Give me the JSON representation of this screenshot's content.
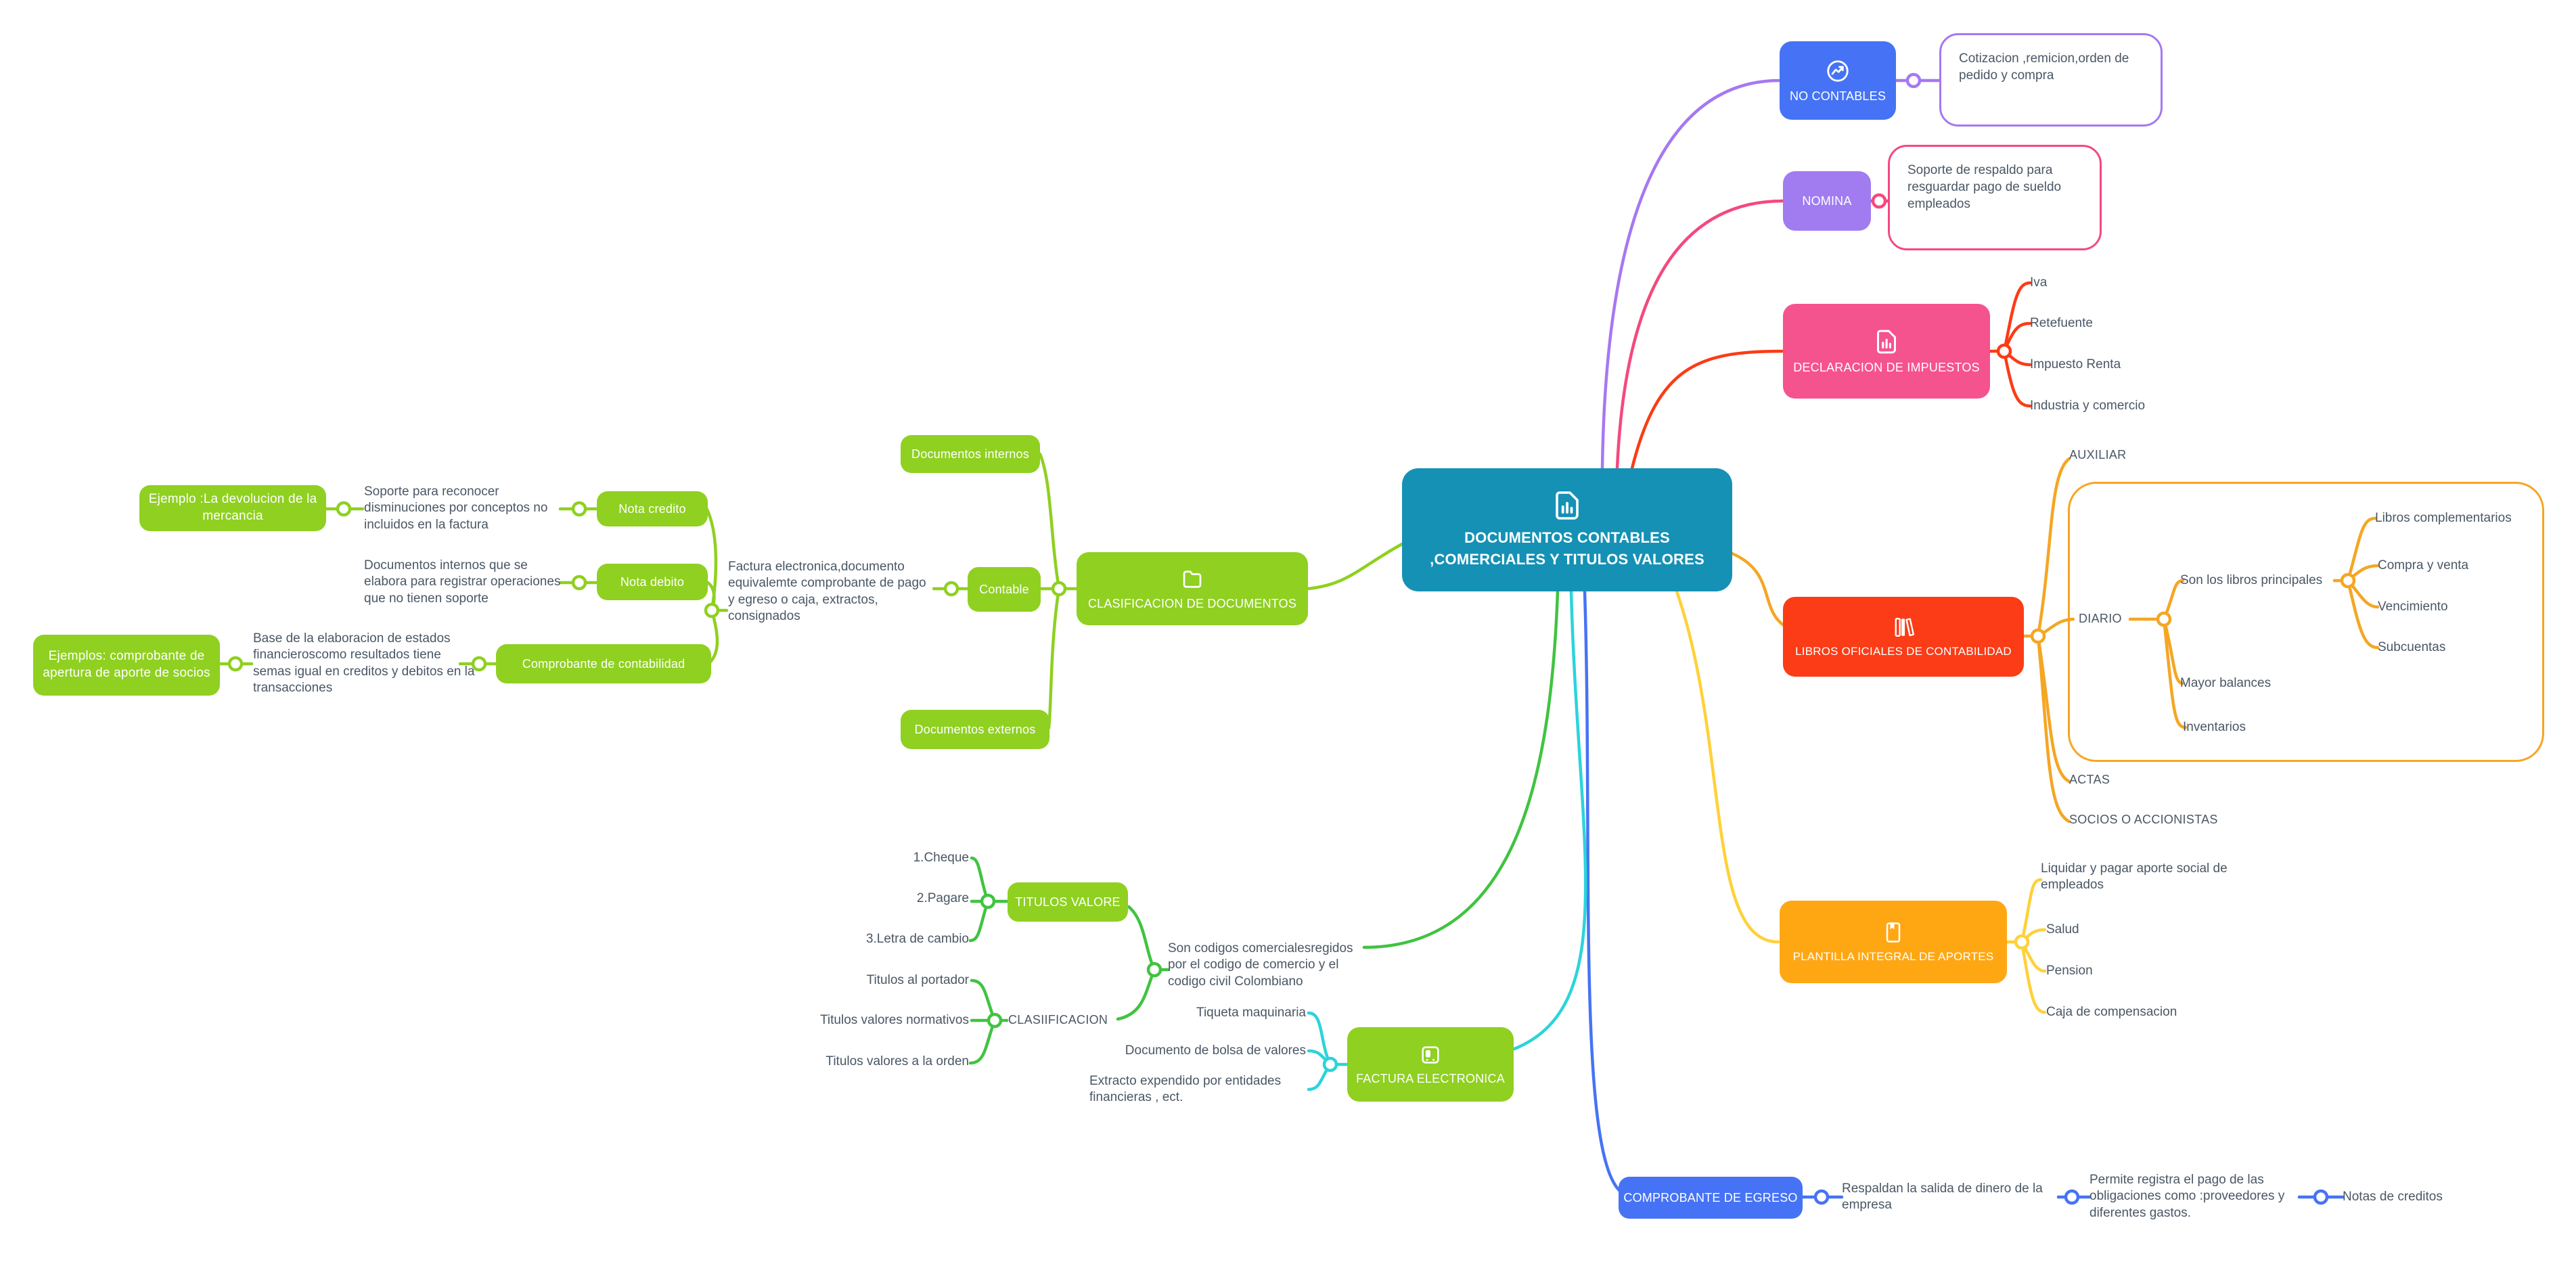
{
  "palette": {
    "central_teal": "#1591b5",
    "green_node": "#8fd021",
    "green_line": "#41c341",
    "cyan_line": "#2bd4da",
    "blue_node": "#4673f5",
    "purple_node": "#a07cf0",
    "purple_line": "#a678f0",
    "pink_node": "#f5538d",
    "pink_line": "#f4497e",
    "red_node": "#fb3c16",
    "amber_line": "#f5a623",
    "yellow_line": "#ffd139",
    "orange_node": "#ffa713",
    "text_gray": "#4a5765"
  },
  "central": {
    "title": "DOCUMENTOS CONTABLES ,COMERCIALES Y TITULOS VALORES"
  },
  "no_contables": {
    "label": "NO CONTABLES",
    "note": "Cotizacion ,remicion,orden de pedido y compra"
  },
  "nomina": {
    "label": "NOMINA",
    "note": "Soporte de respaldo para resguardar pago de sueldo empleados"
  },
  "impuestos": {
    "label": "DECLARACION DE IMPUESTOS",
    "items": [
      "Iva",
      "Retefuente",
      "Impuesto Renta",
      "Industria y comercio"
    ]
  },
  "libros": {
    "label": "LIBROS OFICIALES DE CONTABILIDAD",
    "auxiliar": "AUXILIAR",
    "diario": "DIARIO",
    "principales": "Son los libros principales",
    "principales_items": [
      "Libros complementarios",
      "Compra y venta",
      "Vencimiento",
      "Subcuentas"
    ],
    "diario_items": [
      "Mayor balances",
      "Inventarios"
    ],
    "actas": "ACTAS",
    "socios": "SOCIOS O ACCIONISTAS"
  },
  "plantilla": {
    "label": "PLANTILLA INTEGRAL DE APORTES",
    "items": [
      "Liquidar y pagar aporte social de empleados",
      "Salud",
      "Pension",
      "Caja de compensacion"
    ]
  },
  "egreso": {
    "label": "COMPROBANTE DE EGRESO",
    "note1": "Respaldan la salida de dinero de la empresa",
    "note2": "Permite registra el pago de las obligaciones como :proveedores y diferentes gastos.",
    "note3": "Notas de creditos"
  },
  "factura": {
    "label": "FACTURA ELECTRONICA",
    "items": [
      "Tiqueta maquinaria",
      "Documento de bolsa de valores",
      "Extracto expendido por entidades financieras , ect."
    ]
  },
  "titulos": {
    "label": "TITULOS VALORE",
    "nota": "Son codigos comercialesregidos por el codigo de comercio y el codigo civil Colombiano",
    "items": [
      "1.Cheque",
      "2.Pagare",
      "3.Letra de cambio"
    ],
    "clasificacion_label": "CLASIIFICACION",
    "clasificacion_items": [
      "Titulos al portador",
      "Titulos valores normativos",
      "Titulos valores a la orden"
    ]
  },
  "docs": {
    "label": "CLASIFICACION DE DOCUMENTOS",
    "internos": "Documentos internos",
    "externos": "Documentos externos",
    "contable": "Contable",
    "contable_note": "Factura electronica,documento equivalemte comprobante de pago y egreso o caja, extractos, consignados",
    "nota_credito": "Nota credito",
    "nota_credito_note": "Soporte para reconocer disminuciones por conceptos no incluidos en la factura",
    "nota_credito_ej": "Ejemplo :La devolucion de la mercancia",
    "nota_debito": "Nota debito",
    "nota_debito_note": "Documentos internos que se elabora para registrar operaciones que no tienen soporte",
    "comprobante": "Comprobante de contabilidad",
    "comprobante_note": "Base de la elaboracion de estados financieroscomo resultados tiene semas igual en creditos y debitos en la transacciones",
    "comprobante_ej": "Ejemplos: comprobante de apertura de aporte de socios"
  }
}
